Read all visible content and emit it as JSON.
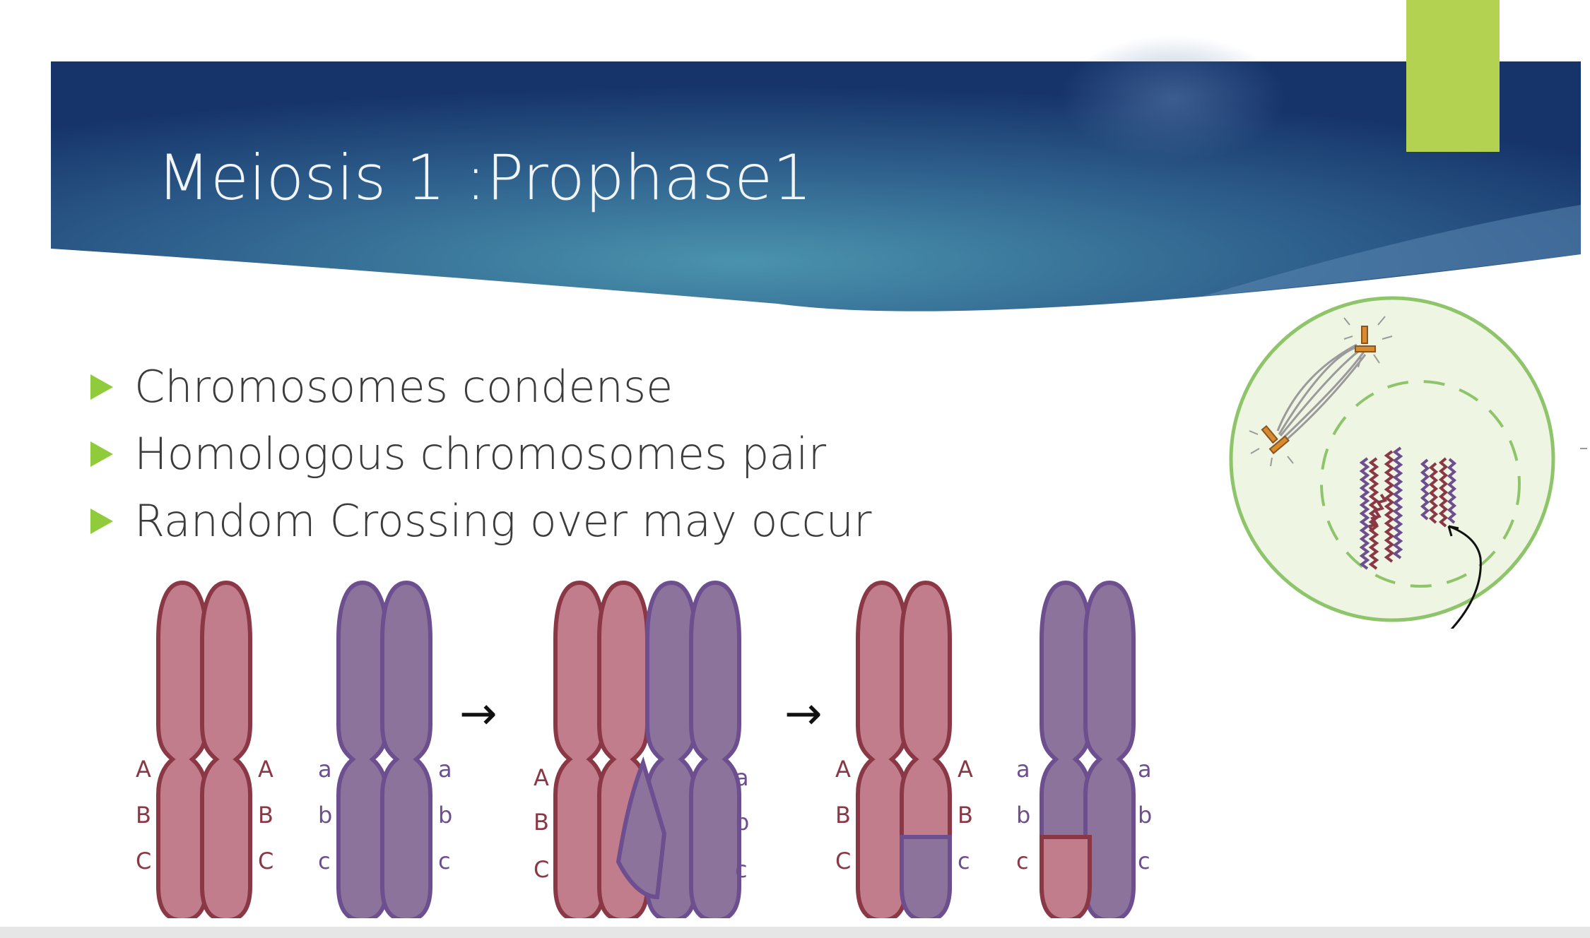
{
  "slide": {
    "title": "Meiosis 1 :Prophase1",
    "bullets": [
      "Chromosomes condense",
      "Homologous chromosomes pair",
      "Random Crossing over may occur"
    ]
  },
  "colors": {
    "banner_dark": "#16346a",
    "banner_light": "#4a93ad",
    "accent": "#b3d251",
    "bullet_marker": "#8fcb3a",
    "maternal": "#c27d8c",
    "maternal_outline": "#8b3846",
    "paternal": "#8c739c",
    "paternal_outline": "#6d4e8f",
    "cell_fill": "#eef5e3",
    "cell_outline": "#8fc56a"
  },
  "diagram": {
    "upper_alleles": [
      "A",
      "B",
      "C"
    ],
    "lower_alleles": [
      "a",
      "b",
      "c"
    ],
    "arrow_symbol": "→"
  }
}
